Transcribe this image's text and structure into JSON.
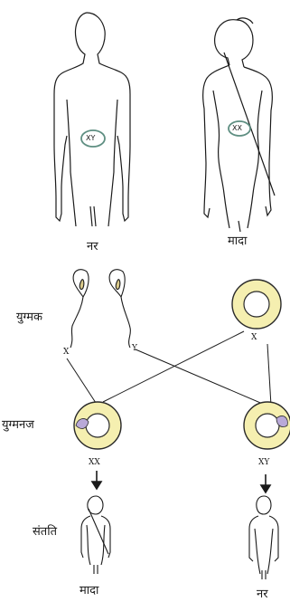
{
  "parents": {
    "male": {
      "label": "नर",
      "chromosome": "XY"
    },
    "female": {
      "label": "मादा",
      "chromosome": "XX"
    }
  },
  "rows": {
    "gamete": "युग्मक",
    "zygote": "युग्मनज",
    "offspring": "संतति"
  },
  "gametes": {
    "sperm_x": "X",
    "sperm_y": "Y",
    "egg_x": "X"
  },
  "zygotes": {
    "left": "XX",
    "right": "XY"
  },
  "offspring": {
    "left": "मादा",
    "right": "नर"
  },
  "colors": {
    "ring_fill": "#f5efb0",
    "ring_stroke": "#2a2a2a",
    "nucleus_fill": "#b9a9d8",
    "chromosome_oval": "#5f8f82",
    "line": "#1a1a1a"
  }
}
